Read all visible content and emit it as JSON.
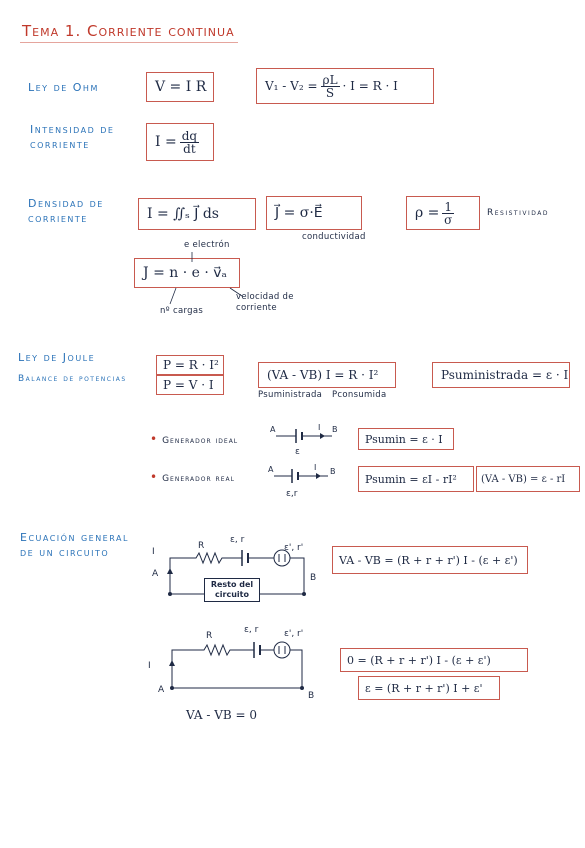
{
  "title": "Tema 1. Corriente continua",
  "ohm": {
    "label": "Ley de Ohm",
    "f1": "V = I R",
    "f2_left": "V₁ - V₂ =",
    "f2_num": "ρL",
    "f2_den": "S",
    "f2_right": "· I  =  R · I"
  },
  "intensidad": {
    "label": "Intensidad de corriente",
    "lhs": "I =",
    "num": "dq",
    "den": "dt"
  },
  "densidad": {
    "label": "Densidad de corriente",
    "f1": "I = ∬ₛ J⃗ ds",
    "f2": "J⃗ = σ·E⃗",
    "f2_note": "conductividad",
    "f3_lhs": "ρ =",
    "f3_num": "1",
    "f3_den": "σ",
    "f3_note": "Resistividad",
    "f4": "J = n · e · v⃗ₐ",
    "note_electron": "e electrón",
    "note_n": "nº cargas",
    "note_v": "velocidad de corriente"
  },
  "joule": {
    "label1": "Ley de Joule",
    "label2": "Balance de potencias",
    "f1": "P = R · I²",
    "f2": "P = V · I",
    "f3": "(VA - VB) I =  R · I²",
    "f3_note1": "Psuministrada",
    "f3_note2": "Pconsumida",
    "f4": "Psuministrada = ε · I"
  },
  "generadores": {
    "ideal_label": "Generador ideal",
    "ideal_eq": "Psumin = ε · I",
    "real_label": "Generador real",
    "real_eq1": "Psumin = εI - rI²",
    "real_eq2": "(VA - VB) = ε - rI",
    "lbl_a": "A",
    "lbl_b": "B",
    "lbl_i": "I",
    "lbl_e": "ε",
    "lbl_er": "ε,r"
  },
  "ecuacion": {
    "label": "Ecuación general de un circuito",
    "eq": "VA - VB = (R + r + r') I - (ε + ε')",
    "resto": "Resto del circuito",
    "lbl_r": "R",
    "lbl_er": "ε, r",
    "lbl_erp": "ε', r'",
    "lbl_i": "I",
    "lbl_a": "A",
    "lbl_b": "B"
  },
  "cerrado": {
    "eq1": "0 = (R + r + r') I - (ε + ε')",
    "eq2": "ε = (R + r + r') I + ε'",
    "bottom": "VA - VB = 0",
    "lbl_r": "R",
    "lbl_er": "ε, r",
    "lbl_erp": "ε', r'",
    "lbl_i": "I",
    "lbl_a": "A",
    "lbl_b": "B"
  },
  "colors": {
    "title": "#c0392b",
    "section": "#2b73b8",
    "box": "#c85a4f",
    "ink": "#1f2a44"
  }
}
